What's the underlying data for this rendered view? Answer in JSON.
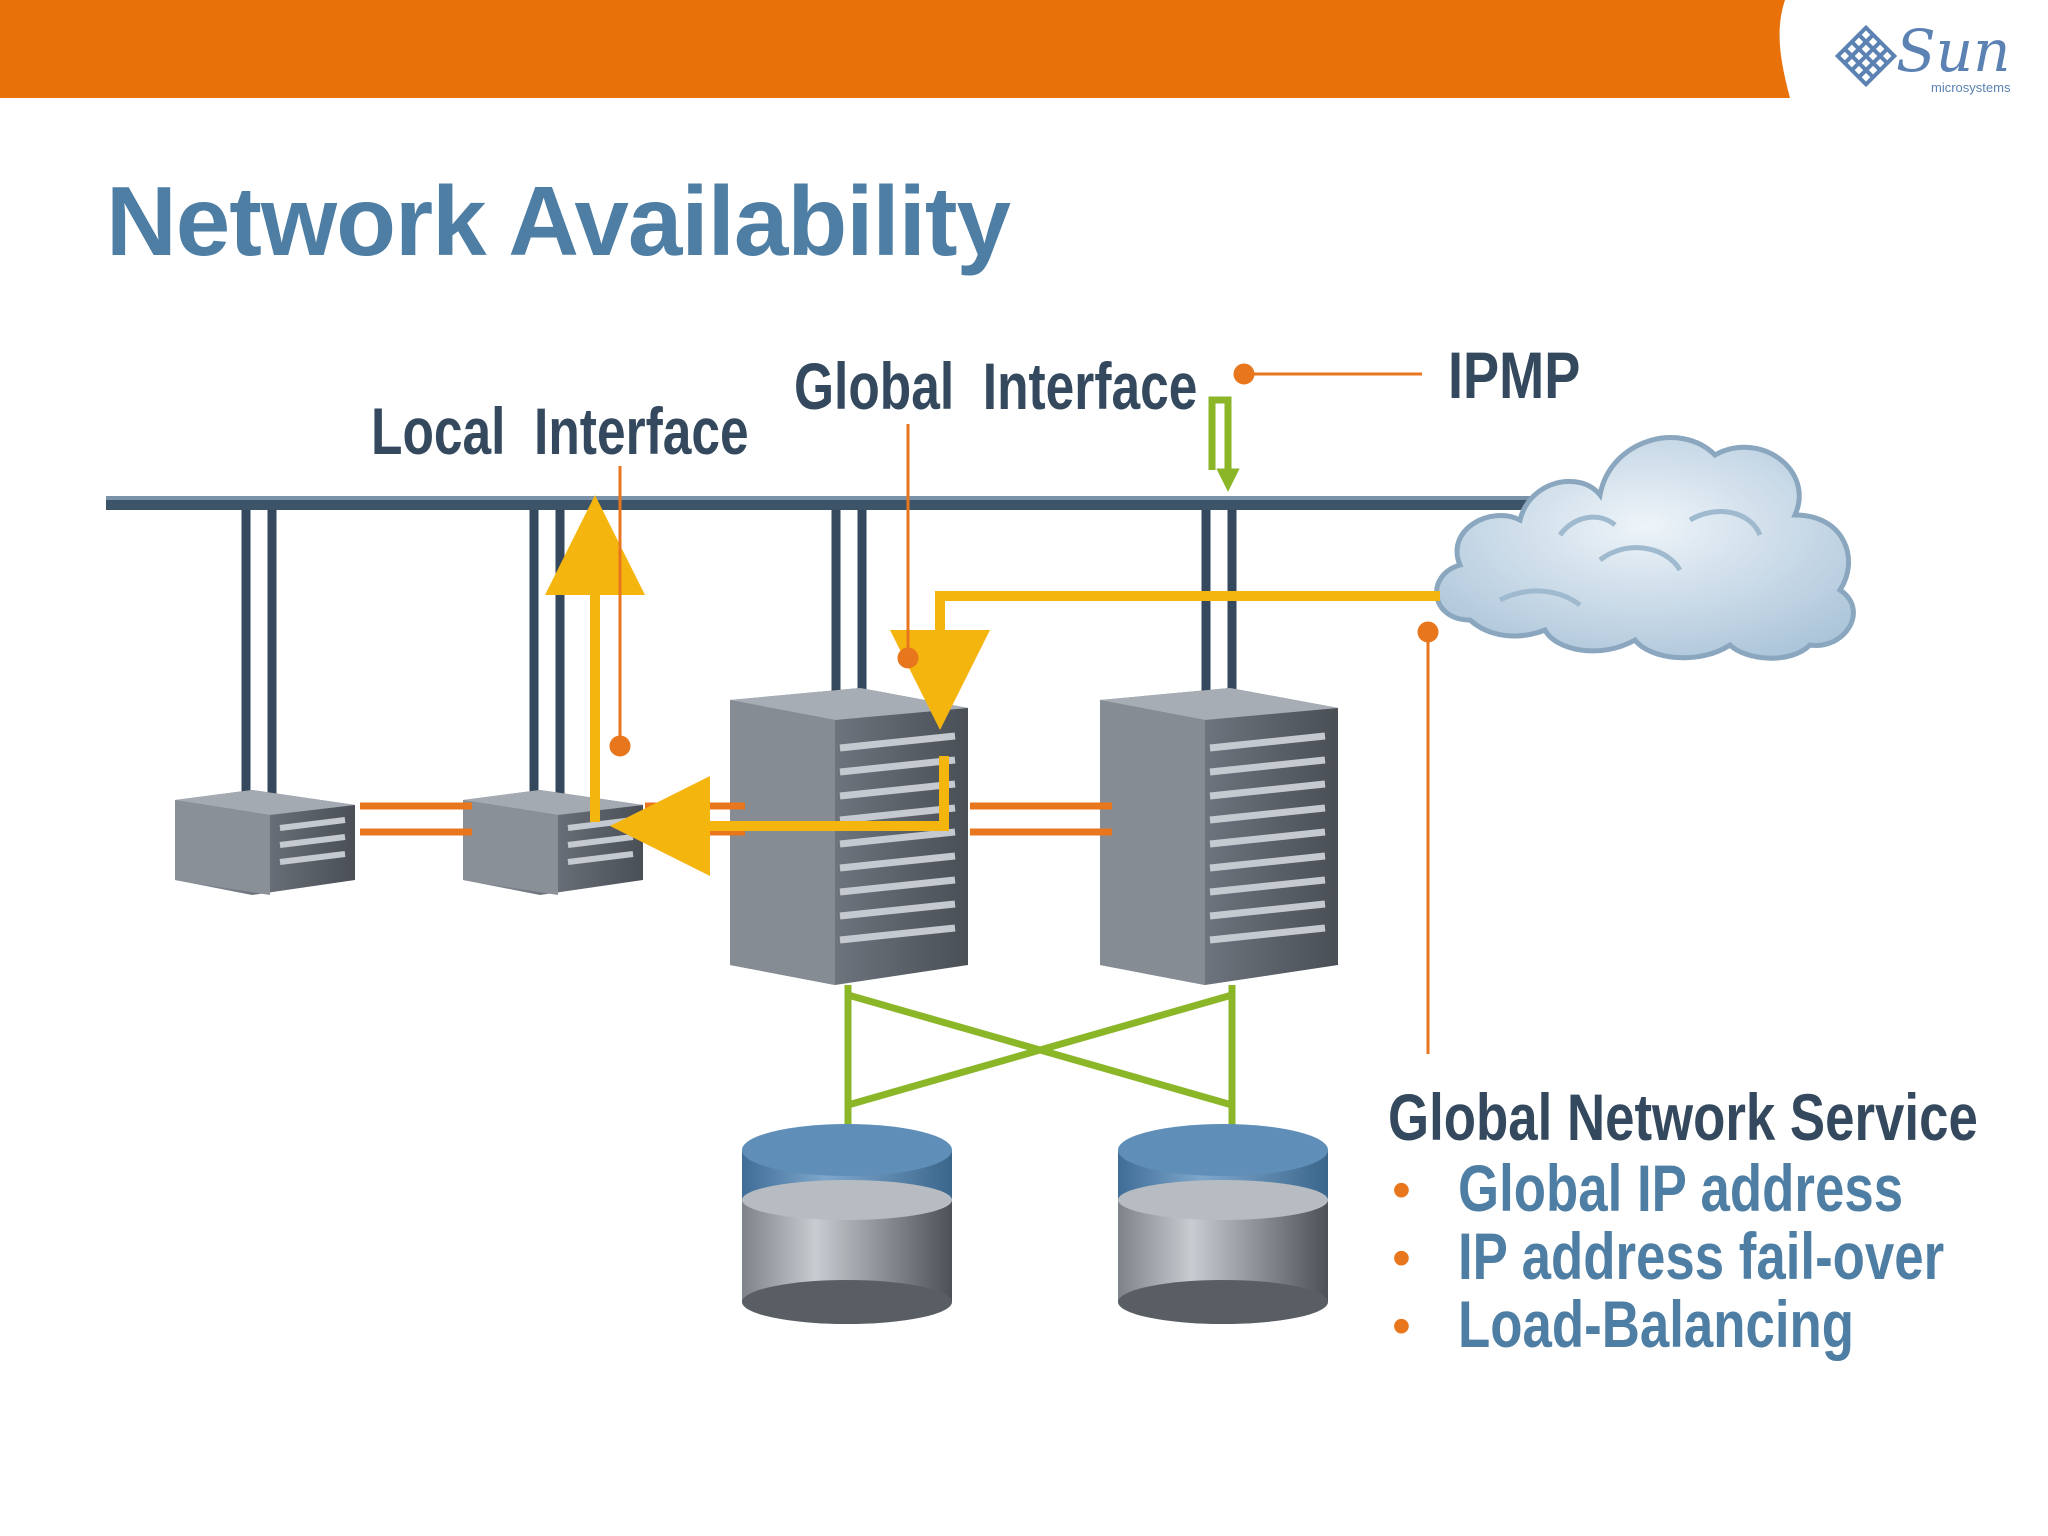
{
  "slide": {
    "title": "Network Availability",
    "brand": {
      "name": "Sun",
      "tagline": "microsystems"
    },
    "colors": {
      "topbar": "#e8710a",
      "title": "#4e7ea3",
      "label": "#34495e",
      "accent": "#e8761d",
      "flow": "#f5b50f",
      "cable": "#8ab628"
    }
  },
  "diagram": {
    "labels": {
      "local_interface": "Local  Interface",
      "global_interface": "Global  Interface",
      "ipmp": "IPMP"
    },
    "global_network_service": {
      "title": "Global Network Service",
      "items": [
        "Global IP address",
        "IP address fail-over",
        "Load-Balancing"
      ]
    }
  }
}
